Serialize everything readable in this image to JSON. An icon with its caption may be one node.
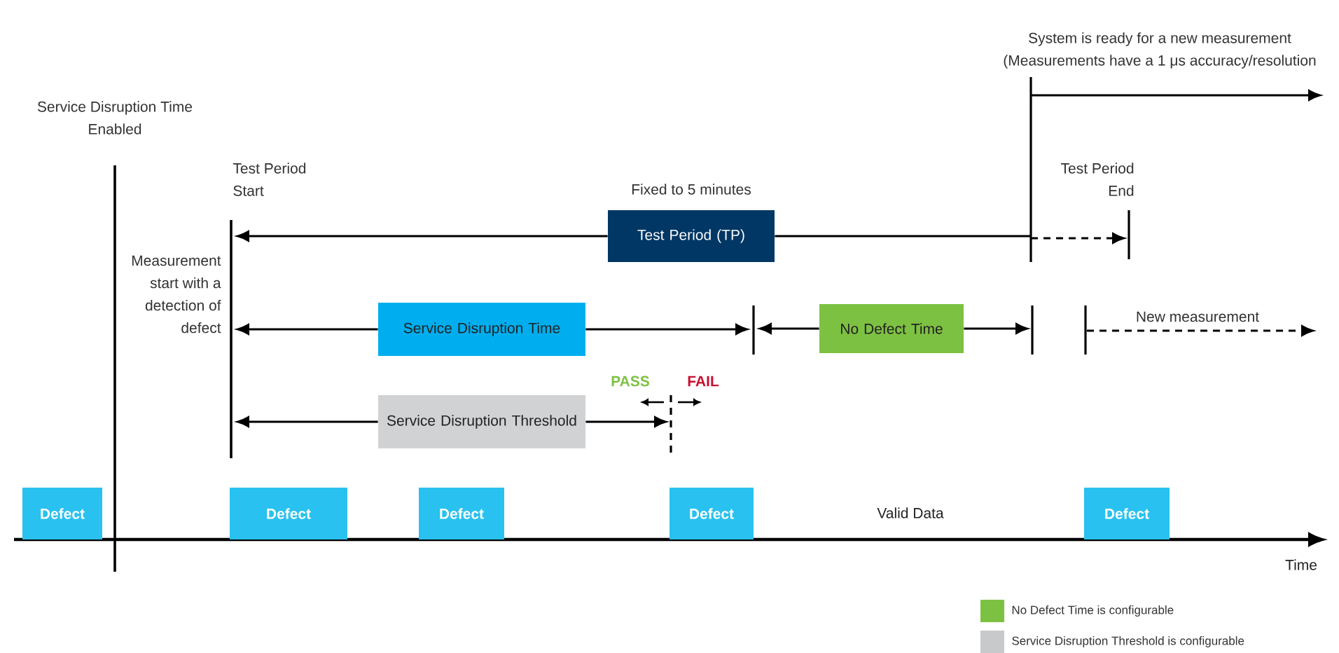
{
  "diagram": {
    "nodes": [
      {
        "text": [
          "Test Period (TP)"
        ],
        "beside": [
          "Fixed to 5 minutes"
        ]
      },
      {
        "text": [
          "Service Disruption Time"
        ]
      },
      {
        "text": [
          "No Defect Time"
        ]
      },
      {
        "text": [
          "Service Disruption Threshold"
        ]
      },
      {
        "text": [
          "Defect"
        ]
      },
      {
        "text": [
          "Defect"
        ]
      },
      {
        "text": [
          "Defect"
        ]
      },
      {
        "text": [
          "Defect"
        ]
      },
      {
        "text": [
          "Defect"
        ]
      }
    ],
    "edges": [
      {
        "from": 0,
        "to": null,
        "arrow": "to"
      },
      {
        "from": 0,
        "to": null,
        "arrow": "none"
      },
      {
        "from": 1,
        "to": null,
        "arrow": "to"
      },
      {
        "from": 1,
        "to": null,
        "arrow": "to"
      },
      {
        "from": 2,
        "to": null,
        "arrow": "to"
      },
      {
        "from": 2,
        "to": null,
        "arrow": "to"
      },
      {
        "from": 3,
        "to": null,
        "arrow": "to"
      },
      {
        "from": 3,
        "to": null,
        "arrow": "to"
      }
    ],
    "labels": [
      "System is ready for a new measurement (Measurements have a 1 μs accuracy/resolution",
      "Service Disruption Time Enabled",
      "Test Period Start",
      "Test Period End",
      "Measurement start with a detection of defect",
      "New measurement",
      "PASS",
      "FAIL",
      "Valid Data",
      "Time"
    ],
    "legend": [
      {
        "text": "No Defect Time is configurable",
        "color": "#7dc142"
      },
      {
        "text": "Service Disruption Threshold is configurable",
        "color": "#c8c9cb"
      }
    ]
  }
}
